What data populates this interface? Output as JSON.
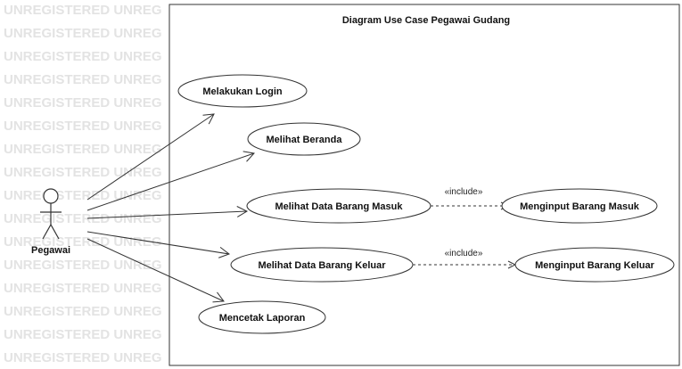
{
  "diagram": {
    "title": "Diagram Use Case Pegawai Gudang",
    "watermark": "UNREGISTERED UNREG",
    "actor": {
      "name": "Pegawai"
    },
    "use_cases": {
      "login": "Melakukan Login",
      "beranda": "Melihat Beranda",
      "barang_masuk": "Melihat Data Barang Masuk",
      "input_masuk": "Menginput Barang Masuk",
      "barang_keluar": "Melihat Data Barang Keluar",
      "input_keluar": "Menginput Barang Keluar",
      "laporan": "Mencetak Laporan"
    },
    "relations": {
      "include_label_1": "«include»",
      "include_label_2": "«include»"
    },
    "colors": {
      "line": "#333333",
      "watermark": "#e3e3e3"
    }
  }
}
